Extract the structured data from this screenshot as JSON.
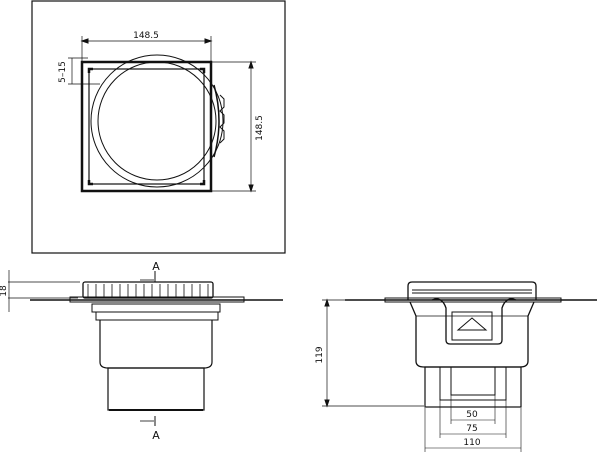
{
  "drawing": {
    "top_view": {
      "width_dim": "148.5",
      "height_dim": "148.5",
      "offset_dim": "5–15"
    },
    "side_view": {
      "height_dim": "18",
      "section_label_top": "A",
      "section_label_bottom": "A"
    },
    "section_view": {
      "height_dim": "119",
      "dim_inner": "50",
      "dim_mid": "75",
      "dim_outer": "110"
    }
  },
  "colors": {
    "line": "#111111",
    "background": "#ffffff"
  }
}
